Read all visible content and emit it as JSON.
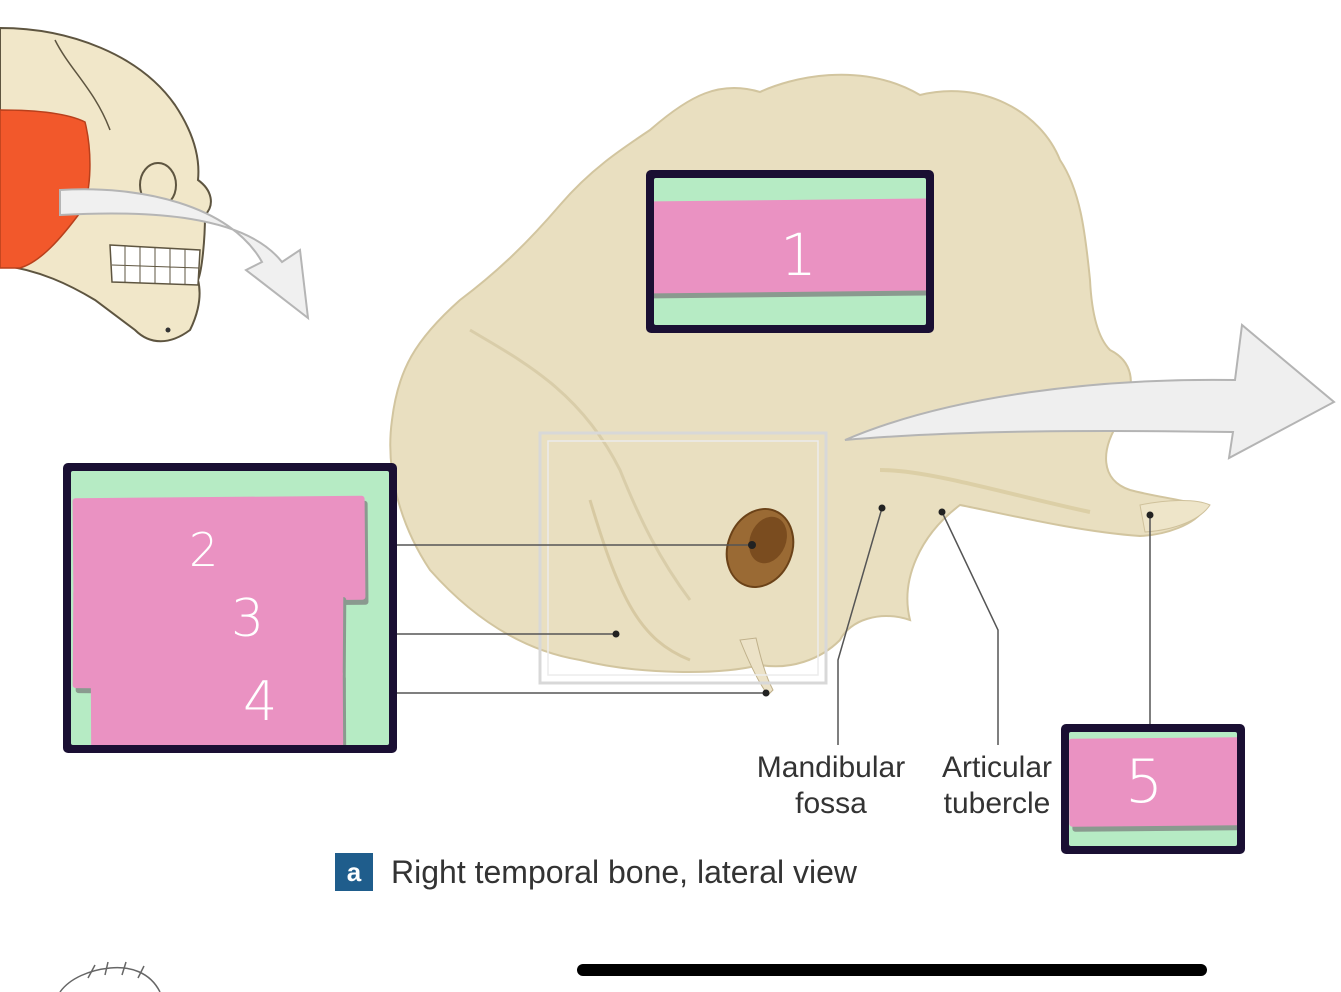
{
  "labels": {
    "box1": "1",
    "box2": "2",
    "box3": "3",
    "box4": "4",
    "box5": "5"
  },
  "structures": {
    "mandibular_fossa": [
      "Mandibular",
      "fossa"
    ],
    "articular_tubercle": [
      "Articular",
      "tubercle"
    ]
  },
  "caption": {
    "badge": "a",
    "text": "Right temporal bone, lateral view"
  },
  "colors": {
    "box_border": "#1a0f33",
    "box_fill": "#b6ebc4",
    "sticky_note": "#ea92c2",
    "bone": "#e9dfc0",
    "temporal_highlight": "#f2582b",
    "caption_badge": "#1f5d8c"
  }
}
